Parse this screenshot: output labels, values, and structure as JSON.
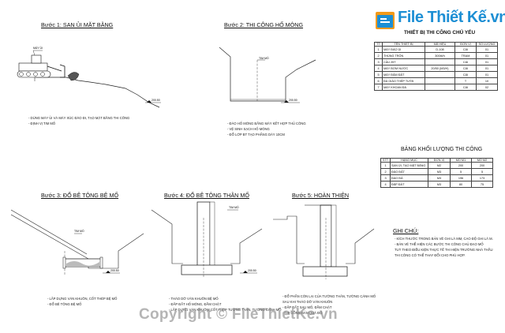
{
  "logo": {
    "brand_text": "File Thiết Kế.vn",
    "colors": {
      "blue": "#1d8fd4",
      "orange": "#f29a1a"
    }
  },
  "equipment": {
    "title": "THIẾT BỊ THI CÔNG CHỦ YẾU",
    "headers": [
      "TT",
      "TÊN THIẾT BỊ",
      "MÃ HIỆU",
      "ĐƠN VỊ",
      "SỐ LƯỢNG"
    ],
    "rows": [
      [
        "1",
        "MÁY ĐÀO ỦI",
        "D-108",
        "CÁI",
        "01"
      ],
      [
        "2",
        "THÙNG TRỘN",
        "300lít/h",
        "TRẠM",
        "01"
      ],
      [
        "3",
        "CẦU 25T",
        "",
        "CÁI",
        "01"
      ],
      [
        "4",
        "MÁY BƠM NƯỚC",
        "20/50 (M3/H)",
        "CÁI",
        "01"
      ],
      [
        "5",
        "MÁY ĐẦM ĐẤT",
        "",
        "CÁI",
        "01"
      ],
      [
        "6",
        "ĐÀ GIÁO THÉP TUÝB",
        "",
        "T",
        "10"
      ],
      [
        "7",
        "MÁY KHOAN ĐÁ",
        "",
        "CÁI",
        "02"
      ]
    ]
  },
  "quantities": {
    "title": "BẢNG KHỐI LƯỢNG THI CÔNG",
    "headers": [
      "STT",
      "HẠNG MỤC",
      "ĐƠN VỊ",
      "MỐ M1",
      "MỐ M2"
    ],
    "rows": [
      [
        "1",
        "SAN ỦI, TẠO MẶT BẰNG",
        "M2",
        "200",
        "200"
      ],
      [
        "2",
        "ĐÀO ĐẤT",
        "M3",
        "5",
        "5"
      ],
      [
        "3",
        "ĐÀO ĐÁ",
        "M3",
        "196",
        "173"
      ],
      [
        "4",
        "ĐẮP ĐẤT",
        "M3",
        "80",
        "75"
      ]
    ]
  },
  "steps": [
    {
      "title": "Bước 1: SAN ỦI MẶT BẰNG",
      "labels": [
        "MÁY ỦI"
      ],
      "level": "200.50",
      "notes": [
        "- DÙNG MÁY ỦI VÀ MÁY XÚC ĐÀO ĐI, TẠO MẶT BẰNG THI CÔNG",
        "- ĐỊNH VỊ TIM MỐ"
      ]
    },
    {
      "title": "Bước 2: THI CÔNG HỐ MÓNG",
      "labels": [
        "TIM MỐ"
      ],
      "level": "200.50",
      "notes": [
        "- ĐÀO HỐ MÓNG BẰNG MÁY KẾT HỢP THỦ CÔNG",
        "- VỆ SINH SẠCH HỐ MÓNG",
        "- ĐỔ LỚP BT TẠO PHẲNG DÀY 10CM"
      ]
    },
    {
      "title": "Bước 3: ĐỔ BÊ TÔNG BỆ MỐ",
      "labels": [
        "TIM MỐ"
      ],
      "level": "200.50",
      "notes": [
        "- LẮP DỰNG VÁN KHUÔN, CỐT THÉP BỆ MỐ",
        "- ĐỔ BÊ TÔNG BỆ MỐ"
      ]
    },
    {
      "title": "Bước 4: ĐỔ BÊ TÔNG THÂN MỐ",
      "labels": [
        "TIM MỐ"
      ],
      "level": "200.50",
      "notes": [
        "- THÁO DỠ VÁN KHUÔN BỆ MỐ",
        "- ĐẮP ĐẤT HỐ MÓNG, ĐẦM CHẶT",
        "- LẮP DỰNG VÁN KHUÔN, CỐT THÉP TƯỜNG THÂN, TƯỜNG CÁNH MỐ"
      ]
    },
    {
      "title": "Bước 5: HOÀN THIỆN",
      "labels": [],
      "level": "",
      "notes": [
        "- ĐỔ PHẦN CÒN LẠI CỦA TƯỜNG THÂN, TƯỜNG CÁNH MỐ",
        "  SAU KHI THÁO DỠ VÁN KHUÔN",
        "- ĐẮP ĐẤT SAU MỐ, ĐẦM CHẶT",
        "- THI CÔNG BẢN QUÁ ĐỘ"
      ]
    }
  ],
  "ghichu": {
    "title": "GHI CHÚ:",
    "lines": [
      "- KÍCH THƯỚC TRONG BẢN VẼ GHI LÀ MM, CAO ĐỘ GHI LÀ M.",
      "- BẢN VẼ THỂ HIỆN CÁC BƯỚC THI CÔNG CHỦ ĐẠO MỐ",
      "  TUỲ THEO ĐIỀU KIỆN THỰC TẾ THI HIỆN TRƯỜNG NHÀ THẦU",
      "  THI CÔNG CÓ THỂ THAY ĐỔI CHO PHÙ HỢP."
    ]
  },
  "watermark": "Copyright © FileThietKe.vn"
}
